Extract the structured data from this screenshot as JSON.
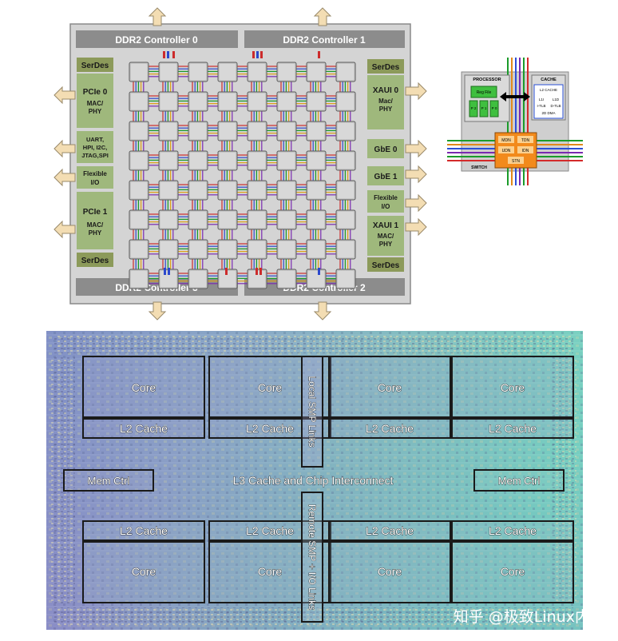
{
  "mesh_diagram": {
    "ddr_top_left": "DDR2 Controller 0",
    "ddr_top_right": "DDR2 Controller 1",
    "ddr_bottom_left": "DDR2 Controller 3",
    "ddr_bottom_right": "DDR2 Controller 2",
    "left_blocks": {
      "serdes_top": "SerDes",
      "pcie0_title": "PCIe 0",
      "pcie0_sub1": "MAC/",
      "pcie0_sub2": "PHY",
      "uart_l1": "UART,",
      "uart_l2": "HPI, I2C,",
      "uart_l3": "JTAG,SPI",
      "flex_l1": "Flexible",
      "flex_l2": "I/O",
      "pcie1_title": "PCIe 1",
      "pcie1_sub1": "MAC/",
      "pcie1_sub2": "PHY",
      "serdes_bottom": "SerDes"
    },
    "right_blocks": {
      "serdes_top": "SerDes",
      "xaui0_title": "XAUI 0",
      "xaui0_sub1": "Mac/",
      "xaui0_sub2": "PHY",
      "gbe0": "GbE 0",
      "gbe1": "GbE 1",
      "flex_l1": "Flexible",
      "flex_l2": "I/O",
      "xaui1_title": "XAUI 1",
      "xaui1_sub1": "MAC/",
      "xaui1_sub2": "PHY",
      "serdes_bottom": "SerDes"
    },
    "colors": {
      "chip_bg": "#d4d4d4",
      "controller": "#8c8c8c",
      "serdes": "#8c9a5a",
      "io_block": "#9fb87c",
      "tile": "#c7c7c7",
      "arrow": "#f3ddb3"
    }
  },
  "tile_detail": {
    "processor": "PROCESSOR",
    "cache": "CACHE",
    "reg_file": "Reg File",
    "p2": "P 2",
    "p1": "P 1",
    "p0": "P 0",
    "l2_cache": "L2 CACHE",
    "l1i": "L1I",
    "l1d": "L1D",
    "itlb": "I-TLB",
    "dtlb": "D-TLB",
    "dma": "2D DMA",
    "mdn": "MDN",
    "tdn": "TDN",
    "udn": "UDN",
    "idn": "IDN",
    "stn": "STN",
    "switch": "SWITCH"
  },
  "die_photo": {
    "cores": [
      "Core",
      "Core",
      "Core",
      "Core",
      "Core",
      "Core",
      "Core",
      "Core"
    ],
    "l2": [
      "L2 Cache",
      "L2 Cache",
      "L2 Cache",
      "L2 Cache",
      "L2 Cache",
      "L2 Cache",
      "L2 Cache",
      "L2 Cache"
    ],
    "mem_left": "Mem Ctrl",
    "mem_right": "Mem Ctrl",
    "l3": "L3 Cache and Chip Interconnect",
    "local_smp": "Local SMP Links",
    "remote_smp": "Remote SMP + I/O Links"
  },
  "watermark": "知乎 @极致Linux内核"
}
